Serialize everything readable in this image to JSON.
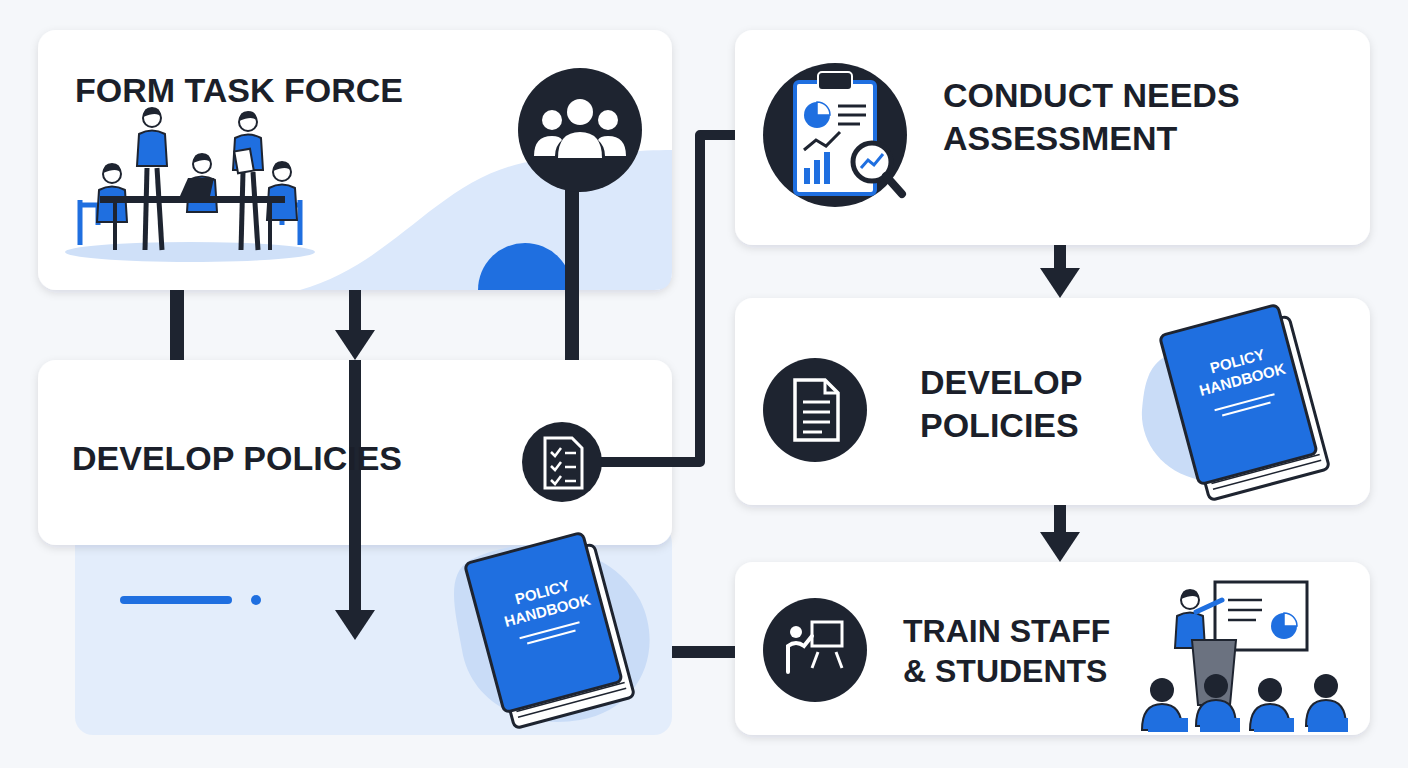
{
  "diagram": {
    "nodes": [
      {
        "text": [
          "FORM TASK FORCE"
        ]
      },
      {
        "text": [
          "CONDUCT NEEDS ASSESSMENT"
        ]
      },
      {
        "text": [
          "DEVELOP POLICIES"
        ]
      },
      {
        "text": [
          "DEVELOP POLICIES",
          "POLICY HANDBOOK"
        ]
      },
      {
        "text": [
          "POLICY HANDBOOK"
        ]
      },
      {
        "text": [
          "TRAIN STAFF & STUDENTS"
        ]
      }
    ],
    "edges": [
      {
        "from": 0,
        "to": 2,
        "arrow": "to"
      },
      {
        "from": 0,
        "to": 2,
        "arrow": "none"
      },
      {
        "from": 0,
        "to": 2,
        "arrow": "none"
      },
      {
        "from": 2,
        "to": 1,
        "arrow": "none"
      },
      {
        "from": 1,
        "to": 3,
        "arrow": "to"
      },
      {
        "from": 3,
        "to": 5,
        "arrow": "to"
      },
      {
        "from": 2,
        "to": 4,
        "arrow": "to"
      },
      {
        "from": 4,
        "to": 5,
        "arrow": "none"
      }
    ]
  }
}
